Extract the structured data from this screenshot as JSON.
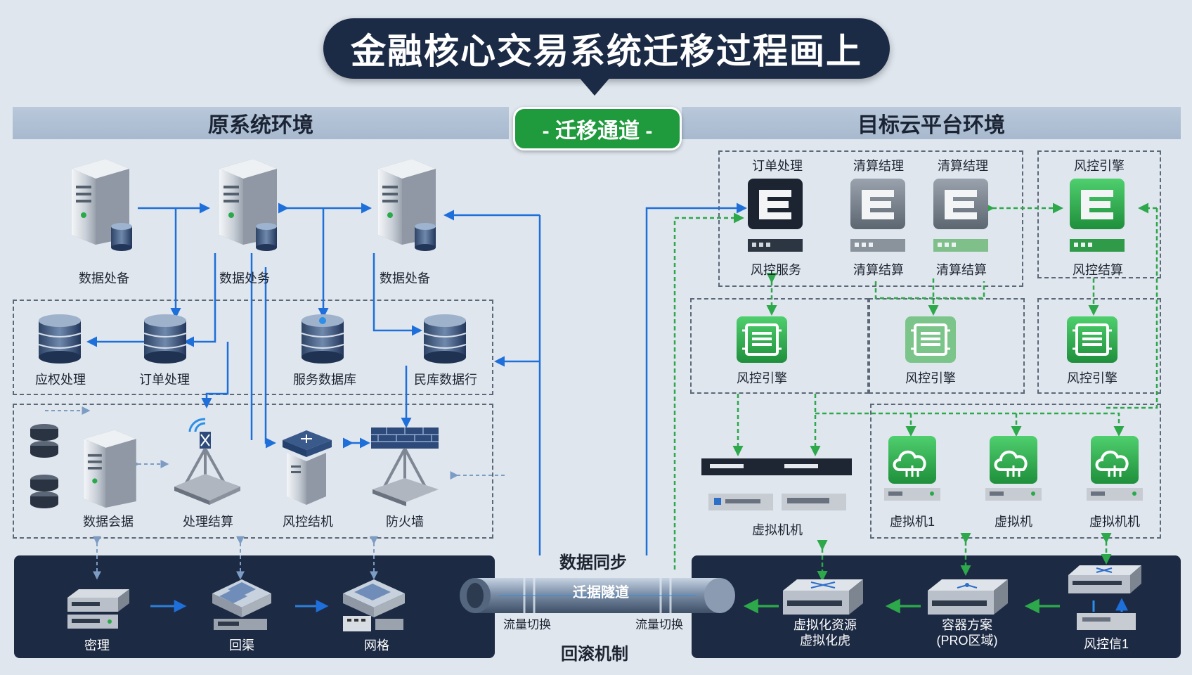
{
  "title": "金融核心交易系统迁移过程画上",
  "migration_label": "- 迁移通道 -",
  "source": {
    "header": "原系统环境",
    "servers": [
      "数据处备",
      "数据处务",
      "数据处备"
    ],
    "databases": [
      "应权处理",
      "订单处理",
      "服务数据库",
      "民库数据行"
    ],
    "devices": [
      "数据会据",
      "处理结算",
      "风控结机",
      "防火墙"
    ],
    "bottom": [
      "密理",
      "回渠",
      "网格"
    ]
  },
  "target": {
    "header": "目标云平台环境",
    "top_titles": [
      "订单处理",
      "清算结理",
      "清算结理",
      "风控引擎"
    ],
    "top_labels": [
      "风控服务",
      "清算结算",
      "清算结算",
      "风控结算"
    ],
    "mid_labels": [
      "风控引擎",
      "风控引擎",
      "风控引擎"
    ],
    "vm_labels": [
      "虚拟机机",
      "虚拟机1",
      "虚拟机",
      "虚拟机机"
    ],
    "bottom": [
      "虚拟化资源\n虚拟化虎",
      "容器方案\n(PRO区域)",
      "风控信1"
    ]
  },
  "center": {
    "sync": "数据同步",
    "tunnel": "迁据隧道",
    "switch_left": "流量切换",
    "switch_right": "流量切换",
    "rollback": "回滚机制"
  },
  "colors": {
    "blue_line": "#1e6fd9",
    "green_line": "#2da84a",
    "dark_panel": "#1c2a44",
    "accent_green": "#1f9a3c"
  }
}
